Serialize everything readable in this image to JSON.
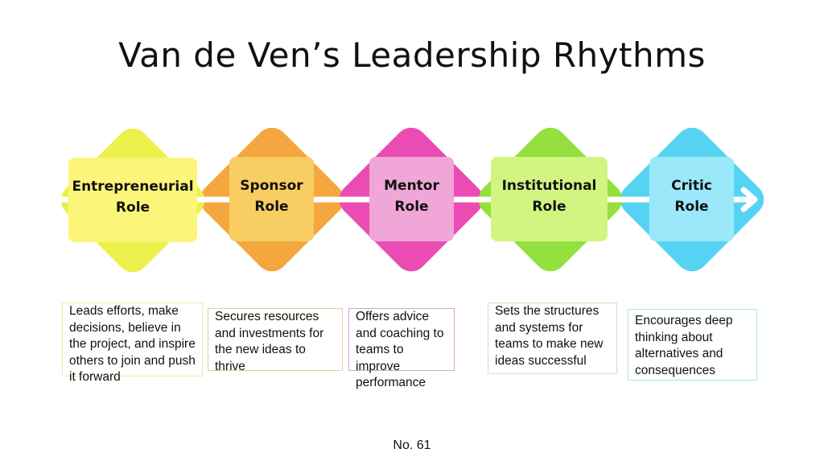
{
  "title": "Van de Ven’s Leadership Rhythms",
  "roles": [
    {
      "label": "Entrepreneurial Role",
      "description": "Leads efforts, make decisions, believe in the project, and inspire others to join and push it forward",
      "diamond_color": "#ecf04a",
      "box_color": "#fbf57a",
      "border_color": "#e8ecb0"
    },
    {
      "label": "Sponsor Role",
      "description": "Secures  resources and investments for the new ideas to thrive",
      "diamond_color": "#f4a63f",
      "box_color": "#f8cd62",
      "border_color": "#e2cfa0"
    },
    {
      "label": "Mentor Role",
      "description": "Offers advice and coaching to teams to improve performance",
      "diamond_color": "#ea4cb3",
      "box_color": "#f0a6d6",
      "border_color": "#d9a0d6"
    },
    {
      "label": "Institutional Role",
      "description": "Sets the structures and systems for teams to make new ideas successful",
      "diamond_color": "#93e03e",
      "box_color": "#d2f582",
      "border_color": "#cfe6b0"
    },
    {
      "label": "Critic Role",
      "description": "Encourages deep thinking about alternatives and consequences",
      "diamond_color": "#56d3f3",
      "box_color": "#9be8fb",
      "border_color": "#b3e2ee"
    }
  ],
  "page_number": "No. 61"
}
